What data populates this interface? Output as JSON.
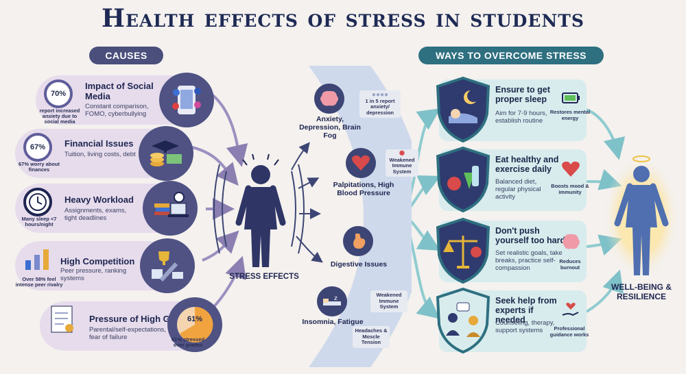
{
  "title": "Health effects of stress in students",
  "causes_label": "CAUSES",
  "ways_label": "WAYS TO OVERCOME STRESS",
  "causes": [
    {
      "title": "Impact of Social Media",
      "desc": "Constant comparison, FOMO, cyberbullying",
      "pct": "70%",
      "stat": "report increased anxiety due to social media",
      "icon": "smartphone-icon"
    },
    {
      "title": "Financial Issues",
      "desc": "Tuition, living costs, debt",
      "pct": "67%",
      "stat": "67% worry about finances",
      "icon": "money-icon"
    },
    {
      "title": "Heavy Workload",
      "desc": "Assignments, exams, tight deadlines",
      "pct": "",
      "stat": "Many sleep <7 hours/night",
      "icon": "books-laptop-icon"
    },
    {
      "title": "High Competition",
      "desc": "Peer pressure, ranking systems",
      "pct": "",
      "stat": "Over 58% feel intense peer rivalry",
      "icon": "trophy-icon"
    },
    {
      "title": "Pressure of High Grades",
      "desc": "Parental/self-expectations, fear of failure",
      "pct": "61%",
      "stat": "61% stressed over grades",
      "icon": "grade-paper-icon"
    }
  ],
  "center_label": "STRESS EFFECTS",
  "effects": [
    {
      "label": "Anxiety, Depression, Brain Fog",
      "icon": "brain-icon",
      "note": "1 in 5 report anxiety/ depression"
    },
    {
      "label": "Palpitations, High Blood Pressure",
      "icon": "heart-icon",
      "note": "Weakened Immune System"
    },
    {
      "label": "Digestive Issues",
      "icon": "stomach-icon",
      "note": ""
    },
    {
      "label": "Insomnia, Fatigue",
      "icon": "bed-icon",
      "note": "Weakened Immune System"
    }
  ],
  "extra_note": "Headaches & Moscle Tension",
  "ways": [
    {
      "title": "Ensure to get proper sleep",
      "desc": "Aim for 7-9 hours, establish routine",
      "benefit": "Restores mental energy",
      "icon": "sleep-icon",
      "bicon": "battery-icon"
    },
    {
      "title": "Eat healthy and exercise daily",
      "desc": "Balanced diet, regular physical activity",
      "benefit": "Boosts mood & immunity",
      "icon": "food-icon",
      "bicon": "heart-icon"
    },
    {
      "title": "Don't push yourself too hard",
      "desc": "Set realistic goals, take breaks, practice self-compassion",
      "benefit": "Reduces burnout",
      "icon": "balance-icon",
      "bicon": "brain-icon"
    },
    {
      "title": "Seek help from experts if needed",
      "desc": "Counseling, therapy, support systems",
      "benefit": "Professional guidance works",
      "icon": "counseling-icon",
      "bicon": "hand-heart-icon"
    }
  ],
  "wellbeing_label": "WELL-BEING & RESILIENCE",
  "colors": {
    "navy": "#1e2a55",
    "purple": "#4f5283",
    "teal": "#2e6f80",
    "lilac": "#e6dcec",
    "mint": "#d8ecee"
  }
}
